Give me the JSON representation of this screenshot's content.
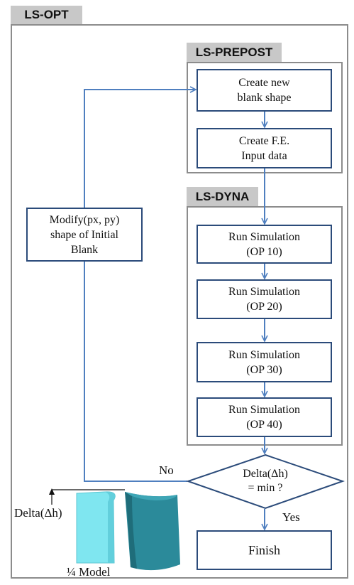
{
  "frames": {
    "outer": "LS-OPT",
    "prepost": "LS-PREPOST",
    "dyna": "LS-DYNA"
  },
  "steps": {
    "create_shape": "Create new\nblank shape",
    "create_input": "Create F.E.\nInput data",
    "op10": "Run Simulation\n(OP 10)",
    "op20": "Run Simulation\n(OP 20)",
    "op30": "Run Simulation\n(OP 30)",
    "op40": "Run Simulation\n(OP 40)",
    "modify": "Modify(px, py)\nshape of Initial\nBlank",
    "decision": "Delta(Δh)\n= min ?",
    "finish": "Finish"
  },
  "branches": {
    "no": "No",
    "yes": "Yes"
  },
  "model": {
    "delta_label": "Delta(Δh)",
    "quarter_label": "¼ Model"
  },
  "colors": {
    "arrow": "#4f7fbf",
    "box_border": "#2b4b7a",
    "frame_border": "#8c8c8c",
    "tab_fill": "#c8c8c8",
    "quarter_model": "#7fe6f0",
    "full_model": "#2b8a9a"
  }
}
